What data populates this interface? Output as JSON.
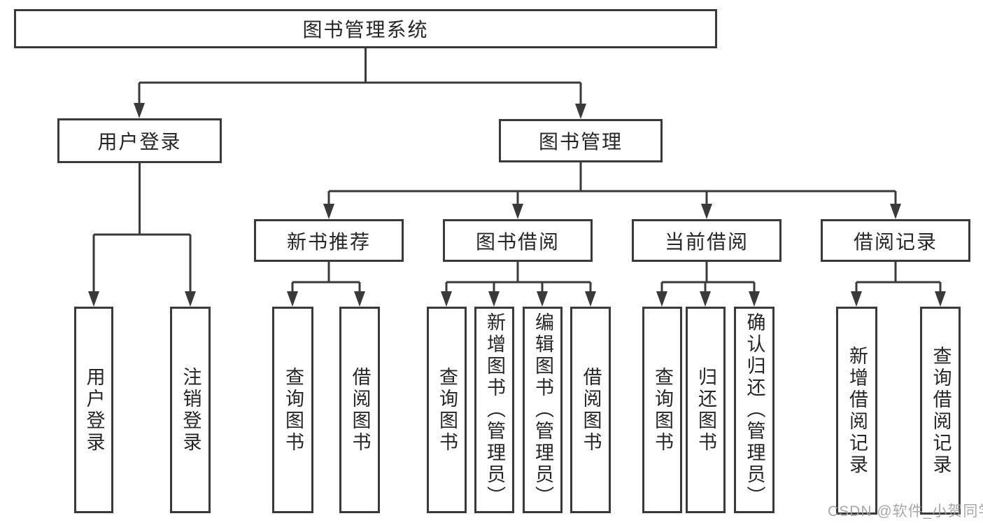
{
  "diagram": {
    "title": "图书管理系统",
    "level2": {
      "user_login": "用户登录",
      "book_mgmt": "图书管理"
    },
    "level3": {
      "new_book_rec": "新书推荐",
      "book_borrow": "图书借阅",
      "current_borrow": "当前借阅",
      "borrow_records": "借阅记录"
    },
    "leaves": {
      "login": "用户登录",
      "logout": "注销登录",
      "rec_query": "查询图书",
      "rec_borrow": "借阅图书",
      "bb_query": "查询图书",
      "bb_add": "新增图书（管理员）",
      "bb_edit": "编辑图书（管理员）",
      "bb_borrow": "借阅图书",
      "cb_query": "查询图书",
      "cb_return": "归还图书",
      "cb_confirm": "确认归还（管理员）",
      "br_add": "新增借阅记录",
      "br_query": "查询借阅记录"
    },
    "watermark": "CSDN @软件_小贺同学",
    "colors": {
      "line": "#3a3a3a",
      "text": "#262626",
      "watermark": "#9e9e9e",
      "background": "#ffffff"
    }
  }
}
